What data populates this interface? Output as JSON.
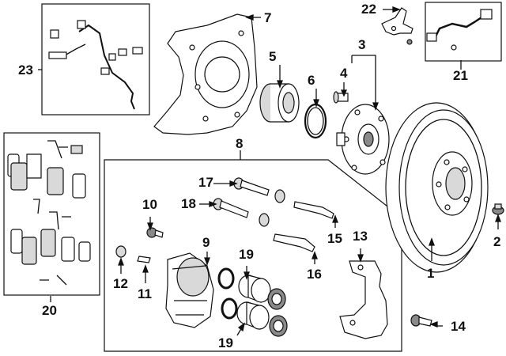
{
  "diagram": {
    "callouts": [
      {
        "id": "c1",
        "text": "1"
      },
      {
        "id": "c2",
        "text": "2"
      },
      {
        "id": "c3",
        "text": "3"
      },
      {
        "id": "c4",
        "text": "4"
      },
      {
        "id": "c5",
        "text": "5"
      },
      {
        "id": "c6",
        "text": "6"
      },
      {
        "id": "c7",
        "text": "7"
      },
      {
        "id": "c8",
        "text": "8"
      },
      {
        "id": "c9",
        "text": "9"
      },
      {
        "id": "c10",
        "text": "10"
      },
      {
        "id": "c11",
        "text": "11"
      },
      {
        "id": "c12",
        "text": "12"
      },
      {
        "id": "c13",
        "text": "13"
      },
      {
        "id": "c14",
        "text": "14"
      },
      {
        "id": "c15",
        "text": "15"
      },
      {
        "id": "c16",
        "text": "16"
      },
      {
        "id": "c17",
        "text": "17"
      },
      {
        "id": "c18",
        "text": "18"
      },
      {
        "id": "c19a",
        "text": "19"
      },
      {
        "id": "c19b",
        "text": "19"
      },
      {
        "id": "c20",
        "text": "20"
      },
      {
        "id": "c21",
        "text": "21"
      },
      {
        "id": "c22",
        "text": "22"
      },
      {
        "id": "c23",
        "text": "23"
      }
    ]
  }
}
